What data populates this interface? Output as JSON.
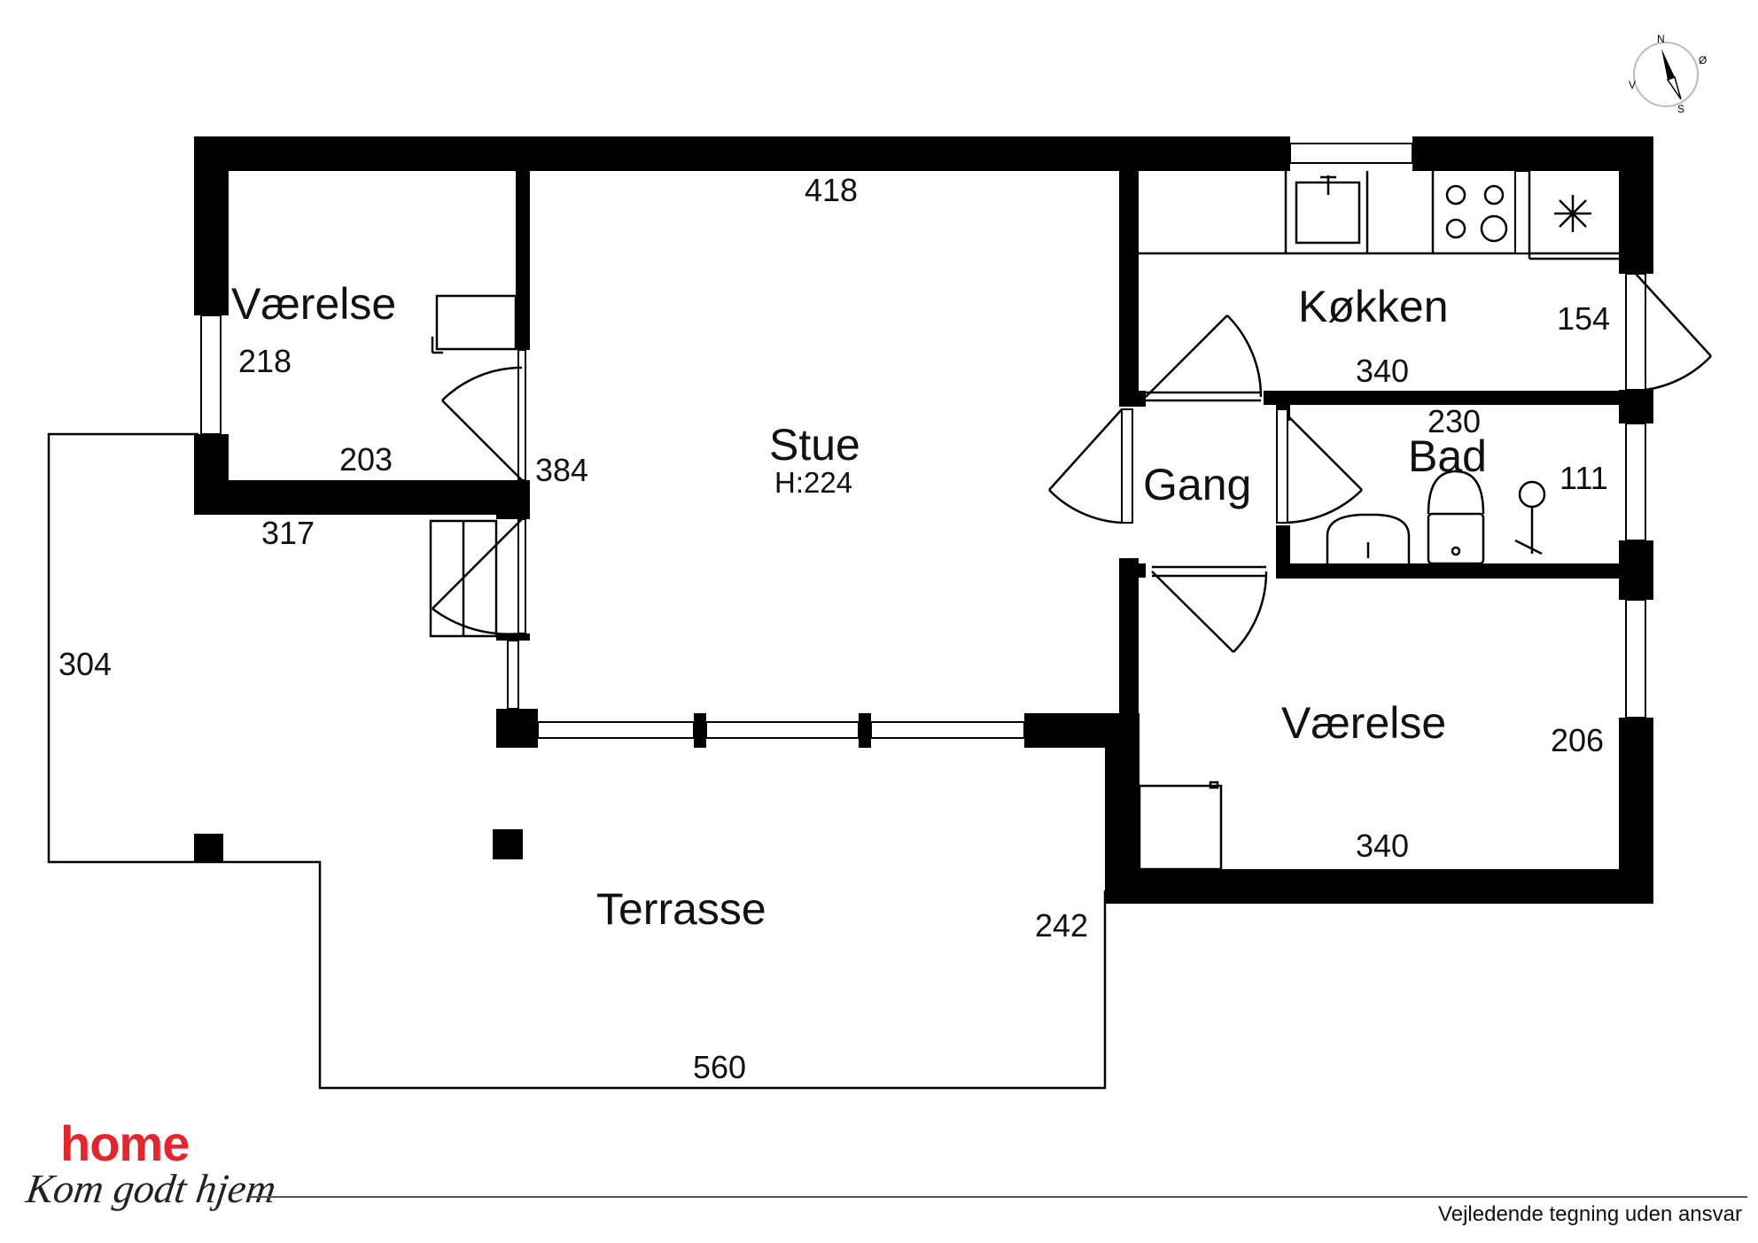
{
  "rooms": {
    "vaerelse_1": "Værelse",
    "stue": "Stue",
    "stue_height": "H:224",
    "kokken": "Køkken",
    "gang": "Gang",
    "bad": "Bad",
    "vaerelse_2": "Værelse",
    "terrasse": "Terrasse"
  },
  "dimensions": {
    "d418": "418",
    "d218": "218",
    "d203": "203",
    "d384": "384",
    "d317": "317",
    "d304": "304",
    "d154": "154",
    "d340_kokken": "340",
    "d230": "230",
    "d111": "111",
    "d206": "206",
    "d340_vaerelse": "340",
    "d242": "242",
    "d560": "560"
  },
  "compass": {
    "n": "N",
    "o": "Ø",
    "s": "S",
    "v": "V"
  },
  "logo": {
    "brand": "home",
    "tagline": "Kom godt hjem"
  },
  "footer": {
    "disclaimer": "Vejledende tegning uden ansvar"
  },
  "colors": {
    "walls": "#000000",
    "brand": "#e6242b",
    "background": "#ffffff"
  }
}
